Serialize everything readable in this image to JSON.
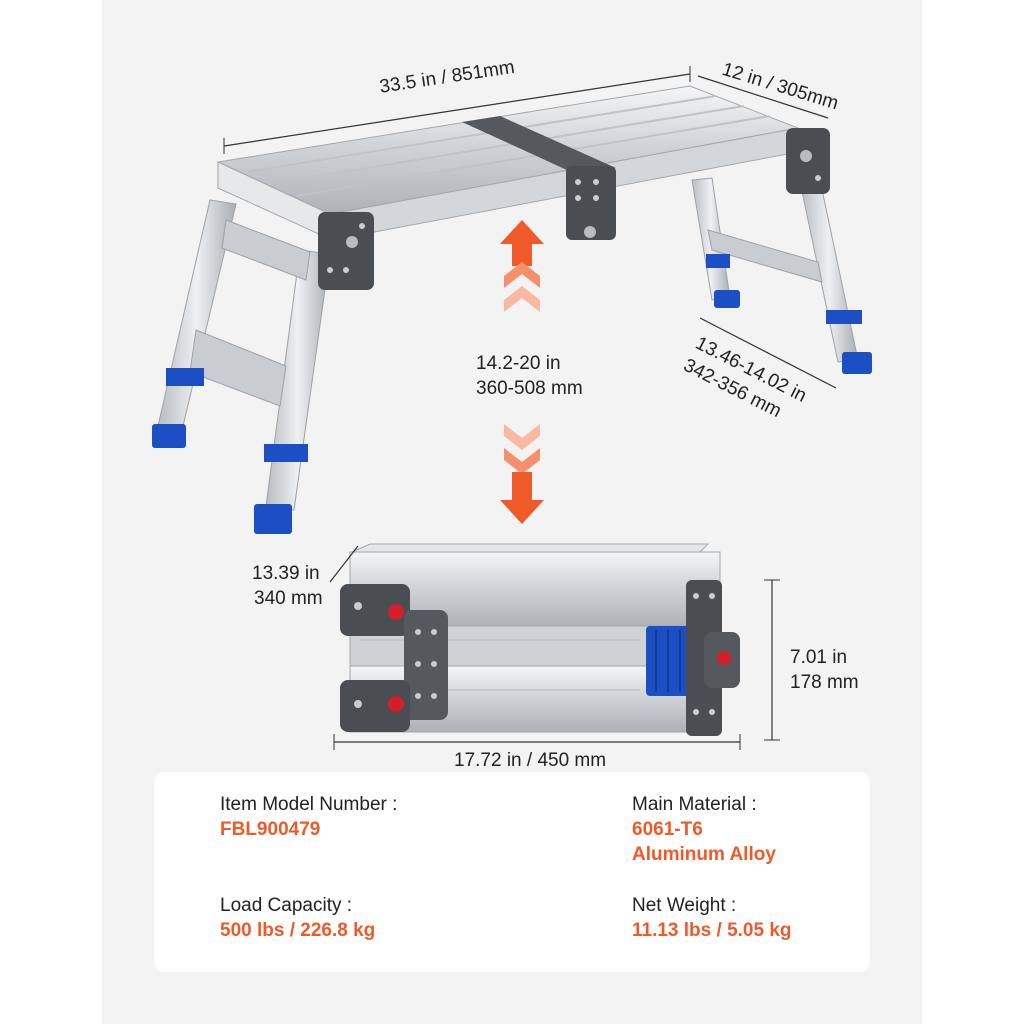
{
  "dimensions": {
    "length": "33.5 in / 851mm",
    "width": "12 in / 305mm",
    "height_line1": "14.2-20 in",
    "height_line2": "360-508 mm",
    "leg_span_line1": "13.46-14.02 in",
    "leg_span_line2": "342-356 mm",
    "folded_depth_line1": "13.39 in",
    "folded_depth_line2": "340 mm",
    "folded_height_line1": "7.01 in",
    "folded_height_line2": "178 mm",
    "folded_length": "17.72 in / 450 mm"
  },
  "specs": {
    "model_label": "Item Model Number :",
    "model_value": "FBL900479",
    "material_label": "Main Material :",
    "material_value_line1": "6061-T6",
    "material_value_line2": "Aluminum Alloy",
    "load_label": "Load Capacity :",
    "load_value": "500 lbs / 226.8 kg",
    "weight_label": "Net Weight :",
    "weight_value": "11.13 lbs / 5.05 kg"
  },
  "colors": {
    "accent": "#f05a28",
    "foot_blue": "#1d4fc4",
    "hinge_gray": "#4a4d52",
    "aluminum": "#d8dbde"
  }
}
